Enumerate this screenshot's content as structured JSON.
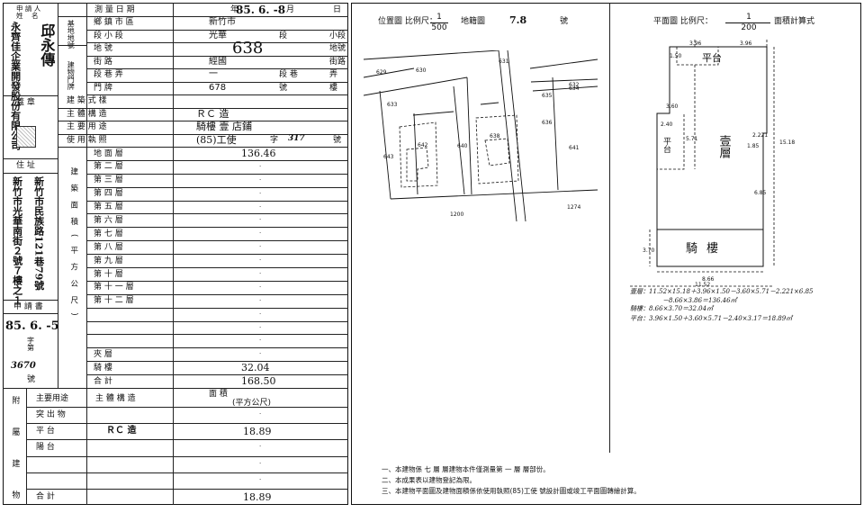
{
  "applicant": {
    "label": "申 請 人\n姓    名",
    "company": "永齊佳企業開發股份有限公司",
    "person": "邱永傳",
    "seal_label": "蓋    章",
    "address_label": "住    址",
    "address": "新竹市光華南街２號７樓之１",
    "address2": "新竹市民族路121巷79號",
    "application_label": "申 請 書",
    "app_date": "85. 6. -5",
    "app_char_label": "字第",
    "app_no": "3670",
    "app_no_label": "號"
  },
  "survey": {
    "date_label": "測   量   日   期",
    "date_value": "85. 6. -8",
    "date_units": [
      "年",
      "月",
      "日"
    ],
    "land_label": "基地地號",
    "building_no_label": "建物門牌",
    "rows": [
      {
        "label": "鄉  鎮  市  區",
        "value": "新竹市",
        "unit": ""
      },
      {
        "label": "段     小   段",
        "value": "光華",
        "unit_mid": "段",
        "unit": "小段"
      },
      {
        "label": "地         號",
        "value": "638",
        "unit": "地號"
      },
      {
        "label": "街         路",
        "value": "經國",
        "unit": "街路"
      },
      {
        "label": "段   巷   弄",
        "value": "一",
        "unit_mid": "段   巷",
        "unit": "弄"
      },
      {
        "label": "門         牌",
        "value": "678",
        "unit_mid": "號",
        "unit": "樓"
      }
    ],
    "structure_rows": [
      {
        "label": "建   築   式   樣",
        "value": ""
      },
      {
        "label": "主   體   構   造",
        "value": "ＲＣ 造"
      },
      {
        "label": "主   要   用   途",
        "value": "騎樓 壹 店鋪"
      },
      {
        "label": "使   用   執   照",
        "value": "(85)工使",
        "suffix1": "字",
        "suffix_val": "317",
        "suffix2": "號"
      }
    ],
    "area_group_label": "建築面積(平方公尺)",
    "floors": [
      {
        "label": "地   面   層",
        "value": "136.46"
      },
      {
        "label": "第     二   層",
        "value": ""
      },
      {
        "label": "第     三   層",
        "value": ""
      },
      {
        "label": "第     四   層",
        "value": ""
      },
      {
        "label": "第     五   層",
        "value": ""
      },
      {
        "label": "第     六   層",
        "value": ""
      },
      {
        "label": "第     七   層",
        "value": ""
      },
      {
        "label": "第     八   層",
        "value": ""
      },
      {
        "label": "第     九   層",
        "value": ""
      },
      {
        "label": "第     十   層",
        "value": ""
      },
      {
        "label": "第 十 一 層",
        "value": ""
      },
      {
        "label": "第 十 二 層",
        "value": ""
      },
      {
        "label": "",
        "value": ""
      },
      {
        "label": "",
        "value": ""
      },
      {
        "label": "",
        "value": ""
      },
      {
        "label": "夾         層",
        "value": ""
      },
      {
        "label": "騎         樓",
        "value": "32.04"
      },
      {
        "label": "合         計",
        "value": "168.50"
      }
    ],
    "annex_label": "附屬建物",
    "annex_header": {
      "use": "主要用途",
      "struct": "主  體  構  造",
      "area": "面        積",
      "area_unit": "(平方公尺)"
    },
    "annex_rows": [
      {
        "label": "突   出   物",
        "struct": "",
        "value": ""
      },
      {
        "label": "平       台",
        "struct": "ＲＣ 造",
        "value": "18.89"
      },
      {
        "label": "陽       台",
        "struct": "",
        "value": ""
      },
      {
        "label": "",
        "struct": "",
        "value": ""
      },
      {
        "label": "",
        "struct": "",
        "value": ""
      },
      {
        "label": "合       計",
        "struct": "",
        "value": "18.89"
      }
    ]
  },
  "location_map": {
    "title": "位置圖  比例尺：",
    "scale_num": "1",
    "scale_den": "500",
    "sheet_label": "地籍圖",
    "sheet_no": "7.8",
    "sheet_suffix": "號",
    "parcels": [
      "629",
      "630",
      "631",
      "633",
      "634",
      "635",
      "632",
      "642",
      "643",
      "640",
      "641",
      "1200",
      "1274",
      "636",
      "638"
    ]
  },
  "floor_plan": {
    "title": "平面圖  比例尺：",
    "scale_num": "1",
    "scale_den": "200",
    "calc_label": "面積計算式",
    "labels": {
      "platform": "平台",
      "floor1": "壹層",
      "arcade": "騎樓"
    },
    "dims": [
      "3.96",
      "3.96",
      "1.50",
      "3.60",
      "2.40",
      "5.71",
      "1.85",
      "2.221",
      "6.85",
      "15.18",
      "3.70",
      "8.66",
      "11.52"
    ],
    "calc_lines": [
      "壹層：11.52×15.18＋3.96×1.50－3.60×5.71－2.221×6.85",
      "－8.66×3.86＝136.46㎡",
      "騎樓：8.66×3.70＝32.04㎡",
      "平台：3.96×1.50＋3.60×5.71－2.40×3.17＝18.89㎡"
    ]
  },
  "notes": [
    "一、本建物係   七   層   層建物本件僅測量第  一  層   層部份。",
    "二、本成果表以建物登記為限。",
    "三、本建物平面圖及建物面積係依使用執照(85)工使     號設計圖或竣工平面圖轉繪計算。"
  ],
  "colors": {
    "ink": "#111111",
    "paper": "#ffffff"
  }
}
